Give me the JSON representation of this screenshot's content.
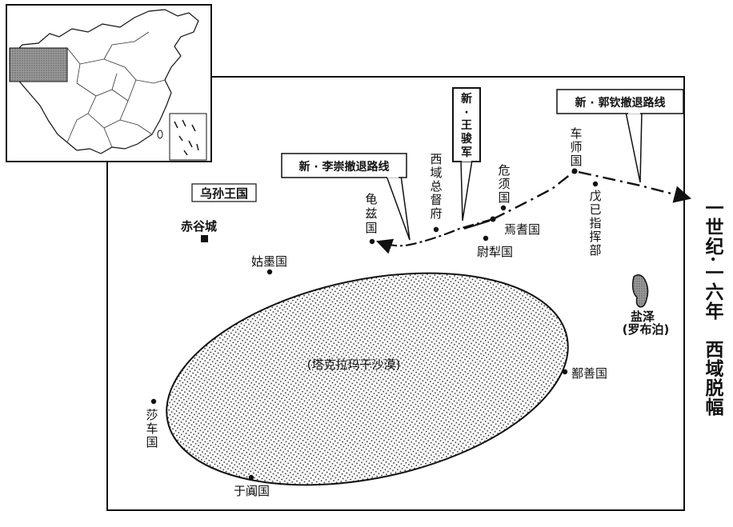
{
  "side_title": "一世纪·一六年　西域脱幅",
  "callouts": {
    "li_chong": "新 · 李崇撤退路线",
    "wang_jun": [
      "新",
      "·",
      "王",
      "骏",
      "军"
    ],
    "guo_qin": "新 · 郭钦撤退路线"
  },
  "places": {
    "wusun": "乌孙王国",
    "chigu": "赤谷城",
    "guci": [
      "龟",
      "兹",
      "国"
    ],
    "duhufu": [
      "西",
      "域",
      "总",
      "督",
      "府"
    ],
    "weixu": [
      "危",
      "须",
      "国"
    ],
    "yanqi": "焉耆国",
    "weili": "尉犁国",
    "cheshi": [
      "车",
      "师",
      "国"
    ],
    "wuji": [
      "戊",
      "已",
      "指",
      "挥",
      "部"
    ],
    "gumo": "姑墨国",
    "shache": [
      "莎",
      "车",
      "国"
    ],
    "yutian": "于阗国",
    "shanshan": "鄯善国",
    "desert": "(塔克拉玛干沙漠)",
    "lake": "盐泽",
    "lake_alt": "(罗布泊)"
  }
}
